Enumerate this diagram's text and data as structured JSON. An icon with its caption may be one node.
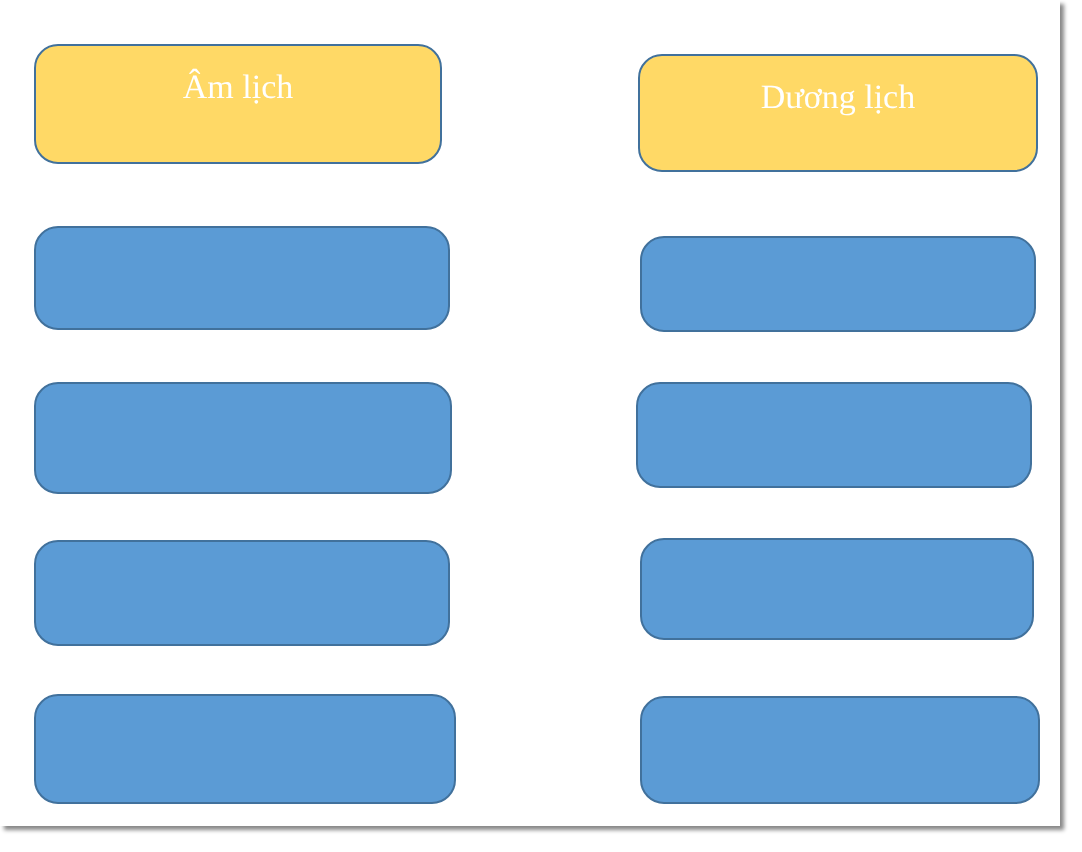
{
  "diagram": {
    "nodes": [
      {
        "text": [
          "Âm lịch"
        ]
      },
      {
        "text": [
          "Dương lịch"
        ]
      },
      {
        "text": [],
        "shape": "box"
      },
      {
        "text": [],
        "shape": "box"
      },
      {
        "text": [],
        "shape": "box"
      },
      {
        "text": [],
        "shape": "box"
      },
      {
        "text": [],
        "shape": "box"
      },
      {
        "text": [],
        "shape": "box"
      },
      {
        "text": [],
        "shape": "box"
      },
      {
        "text": [],
        "shape": "box"
      }
    ]
  }
}
